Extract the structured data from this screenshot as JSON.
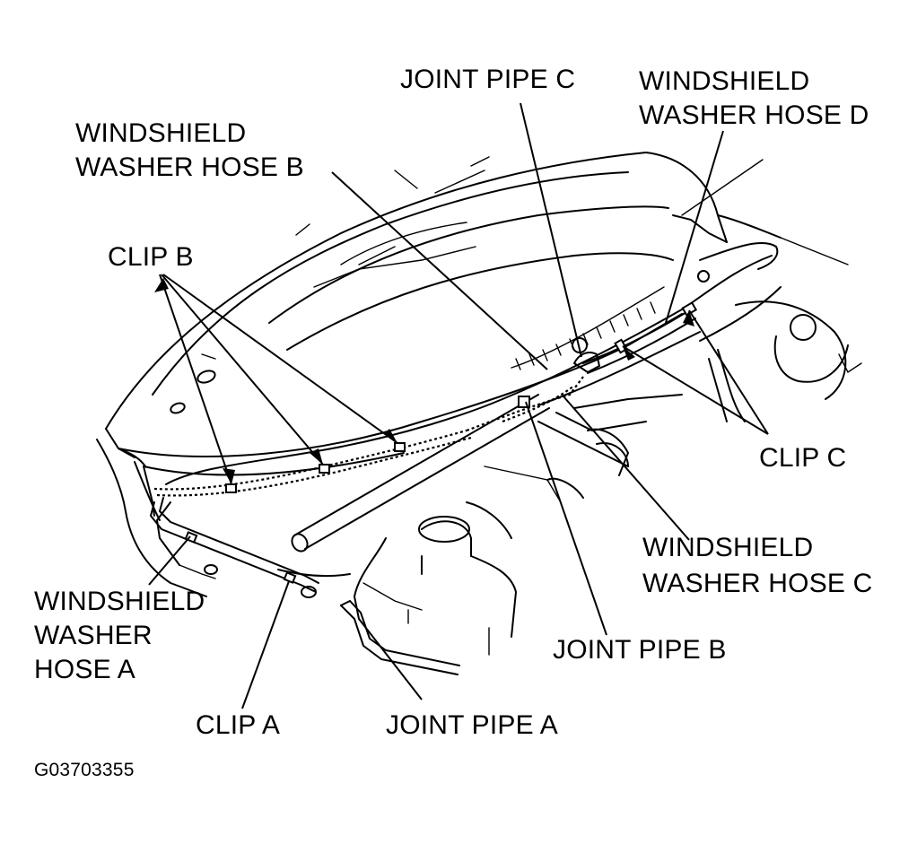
{
  "diagram": {
    "labels": {
      "joint_pipe_c": "JOINT PIPE C",
      "hose_d_line1": "WINDSHIELD",
      "hose_d_line2": "WASHER HOSE D",
      "hose_b_line1": "WINDSHIELD",
      "hose_b_line2": "WASHER HOSE B",
      "clip_b": "CLIP B",
      "clip_c": "CLIP C",
      "hose_c_line1": "WINDSHIELD",
      "hose_c_line2": "WASHER HOSE C",
      "joint_pipe_b": "JOINT PIPE B",
      "hose_a_line1": "WINDSHIELD",
      "hose_a_line2": "WASHER",
      "hose_a_line3": "HOSE A",
      "clip_a": "CLIP A",
      "joint_pipe_a": "JOINT PIPE A"
    },
    "figure_code": "G03703355"
  }
}
